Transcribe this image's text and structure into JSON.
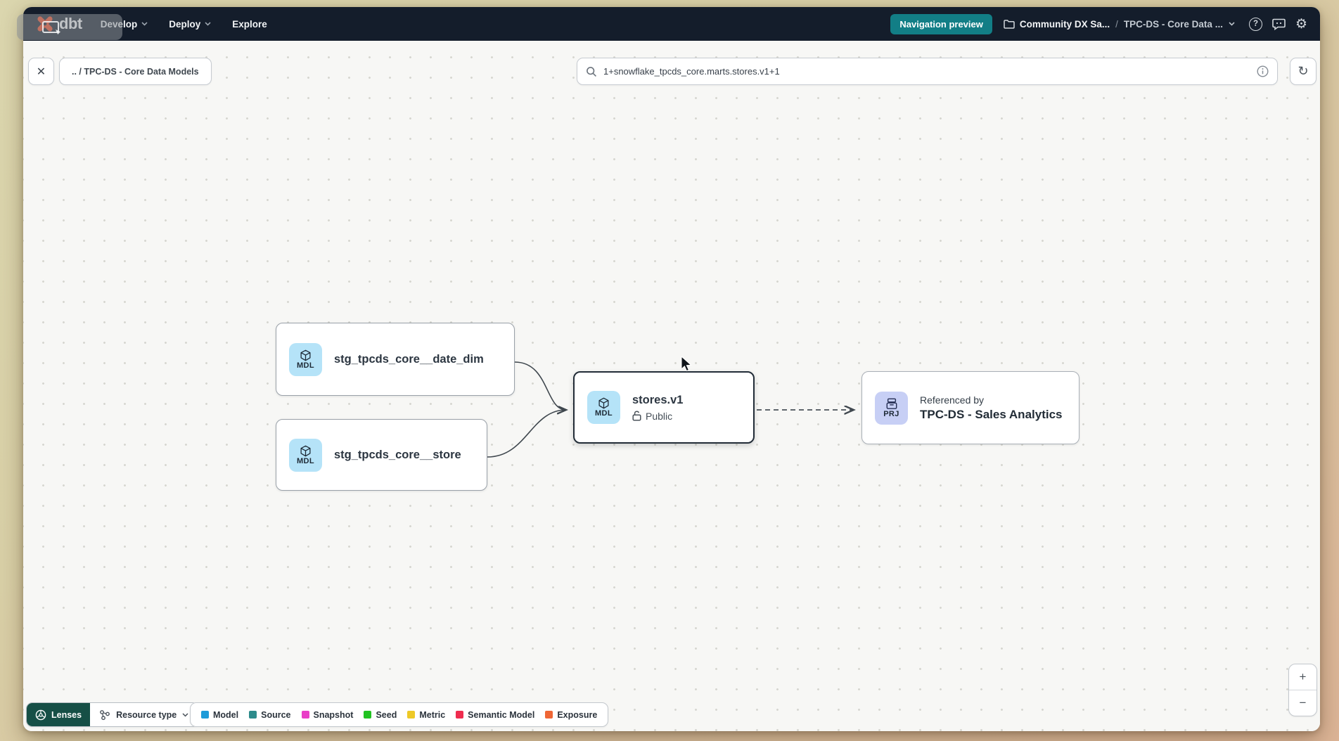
{
  "navbar": {
    "logo_text": "dbt",
    "menu": [
      {
        "label": "Develop"
      },
      {
        "label": "Deploy"
      },
      {
        "label": "Explore"
      }
    ],
    "preview_badge": "Navigation preview",
    "breadcrumb": {
      "project": "Community DX Sa...",
      "separator": "/",
      "page": "TPC-DS - Core Data ..."
    }
  },
  "toolbar": {
    "close_label": "✕",
    "breadcrumb_chip": ".. / TPC-DS - Core Data Models",
    "search_value": "1+snowflake_tpcds_core.marts.stores.v1+1",
    "refresh_label": "↻"
  },
  "graph": {
    "nodes": [
      {
        "badge": "MDL",
        "title": "stg_tpcds_core__date_dim"
      },
      {
        "badge": "MDL",
        "title": "stg_tpcds_core__store"
      },
      {
        "badge": "MDL",
        "title": "stores.v1",
        "access": "Public",
        "selected": true
      },
      {
        "badge": "PRJ",
        "subtitle": "Referenced by",
        "title": "TPC-DS - Sales Analytics"
      }
    ]
  },
  "footer": {
    "lenses_label": "Lenses",
    "resource_type_label": "Resource type",
    "legend": [
      {
        "label": "Model",
        "color": "#1d9bd9"
      },
      {
        "label": "Source",
        "color": "#2d8b8b"
      },
      {
        "label": "Snapshot",
        "color": "#e93ec7"
      },
      {
        "label": "Seed",
        "color": "#21c221"
      },
      {
        "label": "Metric",
        "color": "#eec927"
      },
      {
        "label": "Semantic Model",
        "color": "#ef2c4f"
      },
      {
        "label": "Exposure",
        "color": "#ef6635"
      }
    ]
  },
  "zoom_controls": {
    "zoom_in": "+",
    "zoom_out": "−"
  },
  "colors": {
    "accent_teal": "#127e86",
    "brand_orange": "#ff4a1f",
    "navbar_bg": "#141d2b",
    "selection_border": "#222c37"
  }
}
